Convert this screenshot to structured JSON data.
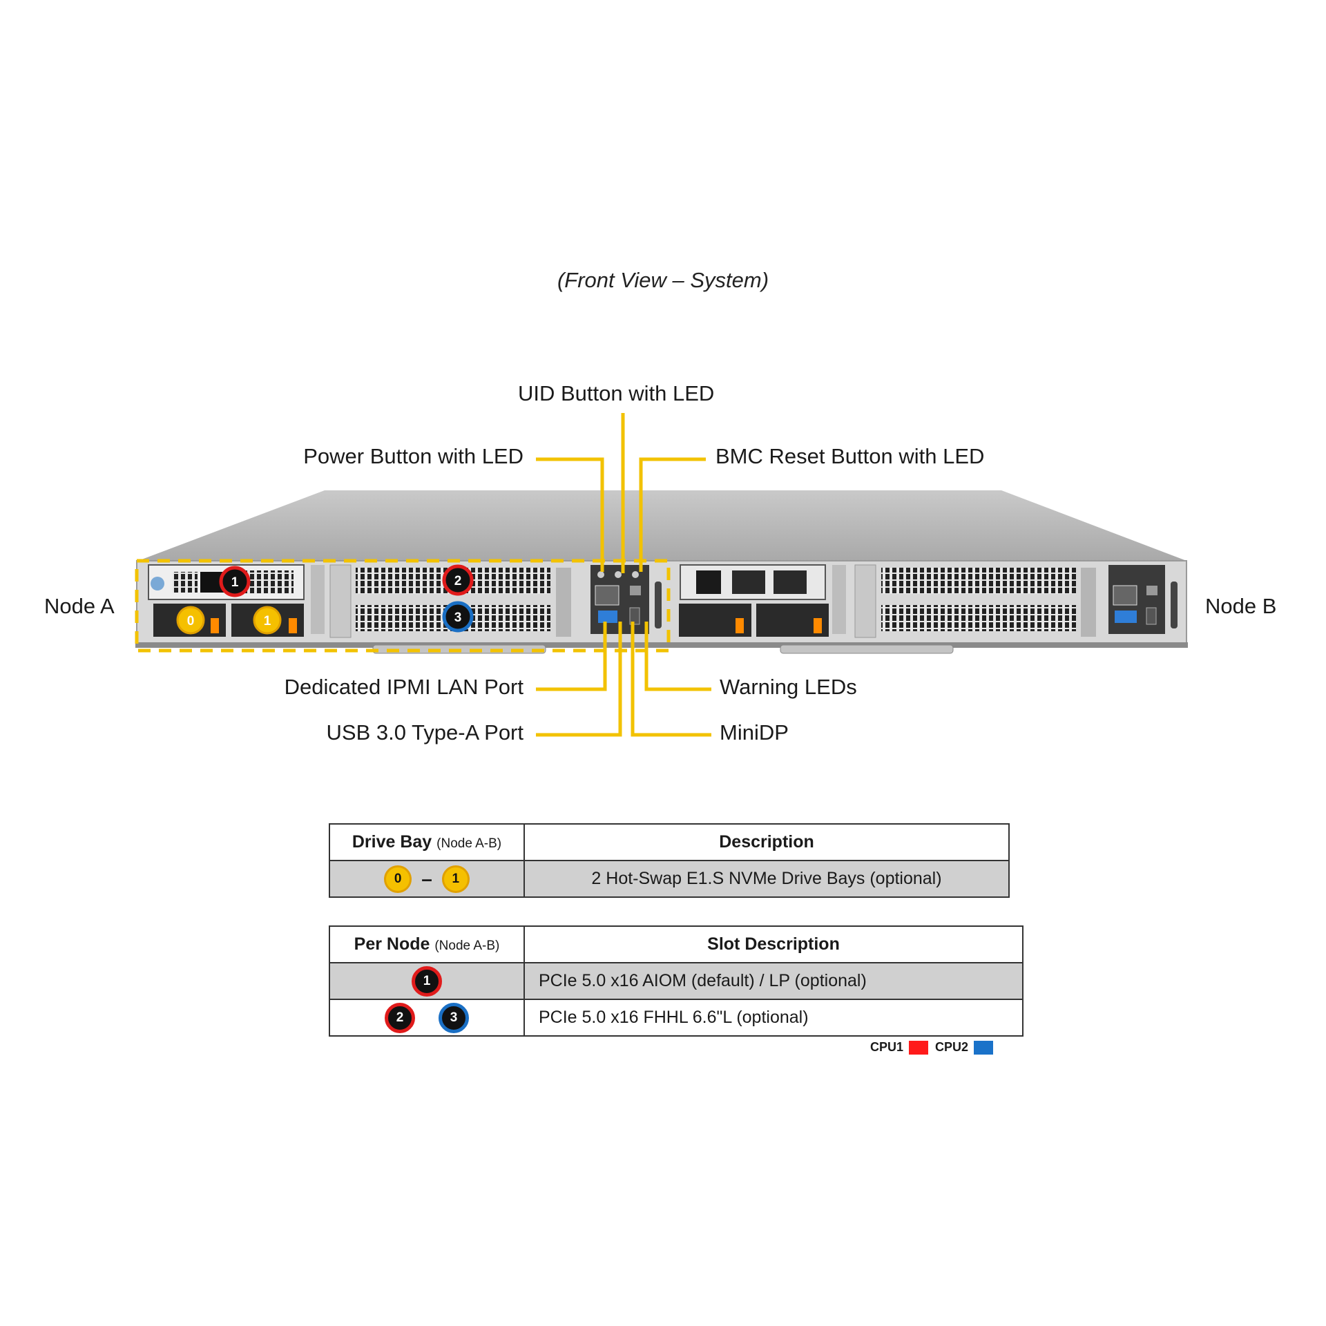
{
  "view_title": "(Front View – System)",
  "node_labels": {
    "left": "Node A",
    "right": "Node B"
  },
  "callouts": {
    "uid": "UID Button with LED",
    "power": "Power Button with LED",
    "bmc_reset": "BMC Reset Button with LED",
    "ipmi_lan": "Dedicated IPMI LAN Port",
    "warning_leds": "Warning LEDs",
    "usb": "USB 3.0 Type-A Port",
    "minidp": "MiniDP"
  },
  "server_badges": {
    "slot1": "1",
    "slot2": "2",
    "slot3": "3",
    "bay0": "0",
    "bay1": "1"
  },
  "drive_table": {
    "col1_header": "Drive Bay",
    "col1_header_note": "(Node A-B)",
    "col2_header": "Description",
    "row": {
      "badge_a": "0",
      "separator": "–",
      "badge_b": "1",
      "description": "2 Hot-Swap E1.S NVMe Drive Bays (optional)"
    }
  },
  "slot_table": {
    "col1_header": "Per Node",
    "col1_header_note": "(Node A-B)",
    "col2_header": "Slot Description",
    "rows": [
      {
        "badges": [
          "1"
        ],
        "description": "PCIe 5.0 x16 AIOM (default) / LP (optional)"
      },
      {
        "badges": [
          "2",
          "3"
        ],
        "description": "PCIe 5.0 x16 FHHL 6.6\"L (optional)"
      }
    ]
  },
  "legend": {
    "cpu1": "CPU1",
    "cpu2": "CPU2"
  },
  "colors": {
    "callout_line": "#f2c200",
    "cpu1": "#ff1a1a",
    "cpu2": "#1a72c9",
    "bay_badge": "#f5c000",
    "node_outline": "#f2c200"
  }
}
